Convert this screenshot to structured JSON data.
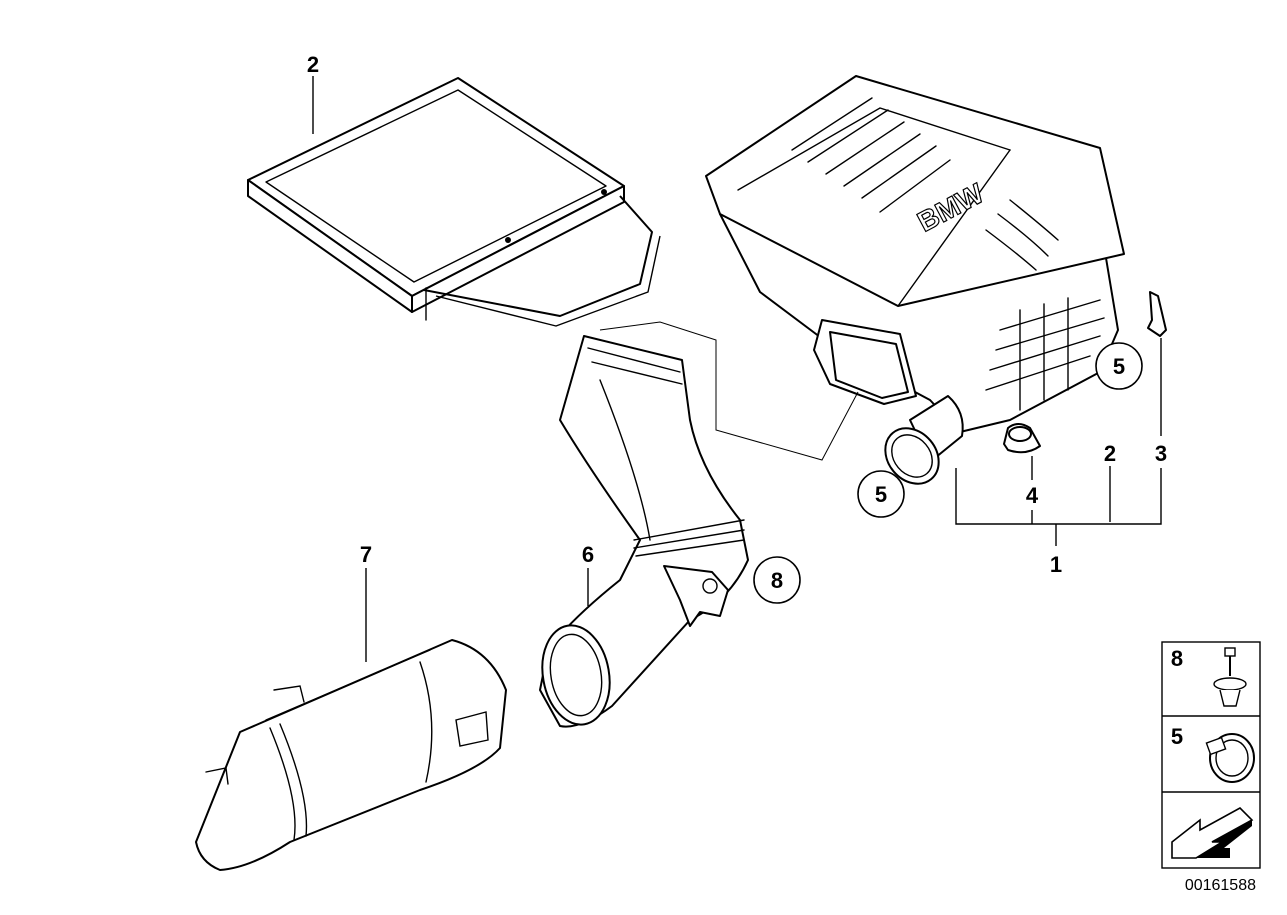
{
  "callouts": {
    "filter_element": "2",
    "housing_assembly": "1",
    "housing_part_2": "2",
    "bracket": "3",
    "grommet": "4",
    "clamp_right": "5",
    "clamp_left": "5",
    "clip": "8",
    "intake_duct": "6",
    "air_scoop": "7"
  },
  "housing_logo": "BMW",
  "legend": {
    "clip_number": "8",
    "clamp_number": "5"
  },
  "diagram_id": "00161588"
}
